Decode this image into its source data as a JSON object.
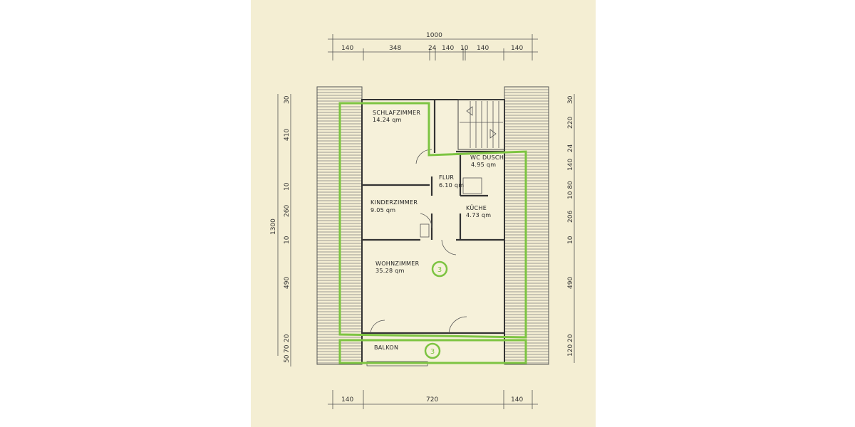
{
  "colors": {
    "paper": "#f4eed3",
    "outline": "#7dc442",
    "ink": "#333333"
  },
  "dimensions": {
    "top_total": "1000",
    "top": [
      "140",
      "348",
      "24",
      "140",
      "10",
      "140",
      "140"
    ],
    "left_total": "1300",
    "left": [
      "30",
      "410",
      "10",
      "260",
      "10",
      "490",
      "20",
      "70",
      "50"
    ],
    "right": [
      "30",
      "220",
      "24",
      "140",
      "10 80",
      "206",
      "10",
      "490",
      "20",
      "120"
    ],
    "bottom": [
      "140",
      "720",
      "140"
    ]
  },
  "rooms": [
    {
      "name": "SCHLAFZIMMER",
      "area": "14.24 qm"
    },
    {
      "name": "WC DUSCH",
      "area": "4.95 qm"
    },
    {
      "name": "FLUR",
      "area": "6.10 qm"
    },
    {
      "name": "KINDERZIMMER",
      "area": "9.05 qm"
    },
    {
      "name": "KÜCHE",
      "area": "4.73 qm"
    },
    {
      "name": "WOHNZIMMER",
      "area": "35.28 qm"
    },
    {
      "name": "BALKON",
      "area": ""
    }
  ],
  "markers": [
    "3",
    "3"
  ]
}
